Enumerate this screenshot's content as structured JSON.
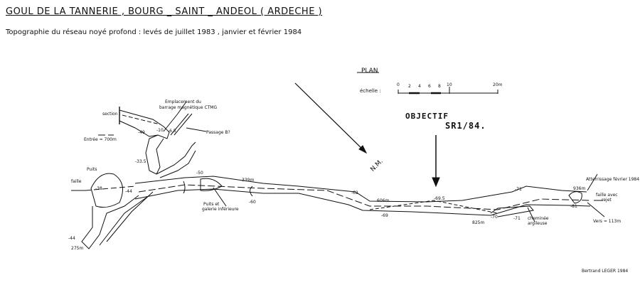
{
  "header": {
    "title": "GOUL DE LA TANNERIE , BOURG _ SAINT _ ANDEOL ( ARDECHE )",
    "subtitle": "Topographie du réseau noyé profond : levés de juillet 1983 , janvier et février 1984"
  },
  "legend": {
    "plan_label": "PLAN",
    "scale_label": "échelle :",
    "scale_ticks": [
      "0",
      "2",
      "4",
      "6",
      "8",
      "10",
      "20m"
    ],
    "north_label": "N.M."
  },
  "annotation": {
    "objectif": "OBJECTIF",
    "code": "SR1/84."
  },
  "labels": {
    "section": "section I",
    "entree": "Entrée ≈ 700m",
    "emplacement": "Emplacement du",
    "emplacement2": "barrage magnétique CTMG",
    "depth_49": "-49",
    "depth_10": "-10",
    "depth_6_5": "-6.5",
    "passage": "Passage B?",
    "puits": "Puits",
    "faille": "faille",
    "depth_38": "-38",
    "depth_44": "-44",
    "depth_33": "-33.5",
    "depth_44b": "-44",
    "dist_275": "275m",
    "depth_50": "-50",
    "dist_339": "339m",
    "puits_galerie": "Puits et",
    "puits_galerie2": "galerie inférieure",
    "depth_60": "-60",
    "depth_62": "-62",
    "dist_606": "606m",
    "depth_69": "-69",
    "depth_69_5": "-69.5",
    "dist_825": "825m",
    "depth_70": "-70",
    "depth_71": "-71",
    "depth_71b": "-71",
    "cheminee": "cheminée",
    "cheminee2": "argileuse",
    "dist_936": "936m",
    "atterrissage": "Atterrissage février 1984",
    "faille_rejet": "faille avec",
    "faille_rejet2": "rejet",
    "depth_81": "-81",
    "vers": "Vers ≈ 113m",
    "author": "Bertrand LEGER 1984"
  }
}
